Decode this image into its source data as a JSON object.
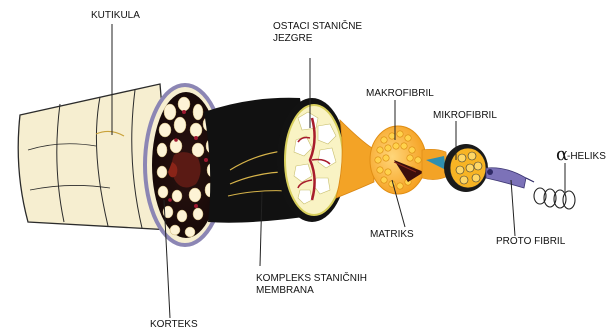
{
  "labels": {
    "kutikula": "KUTIKULA",
    "ostaci": "OSTACI STANIČNE\nJEZGRE",
    "makrofibril": "MAKROFIBRIL",
    "mikrofibril": "MIKROFIBRIL",
    "alpha_symbol": "α",
    "heliks": "-HELIKS",
    "matriks": "MATRIKS",
    "proto_fibril": "PROTO FIBRIL",
    "kompleks": "KOMPLEKS STANIČNIH\nMEMBRANA",
    "korteks": "KORTEKS"
  }
}
